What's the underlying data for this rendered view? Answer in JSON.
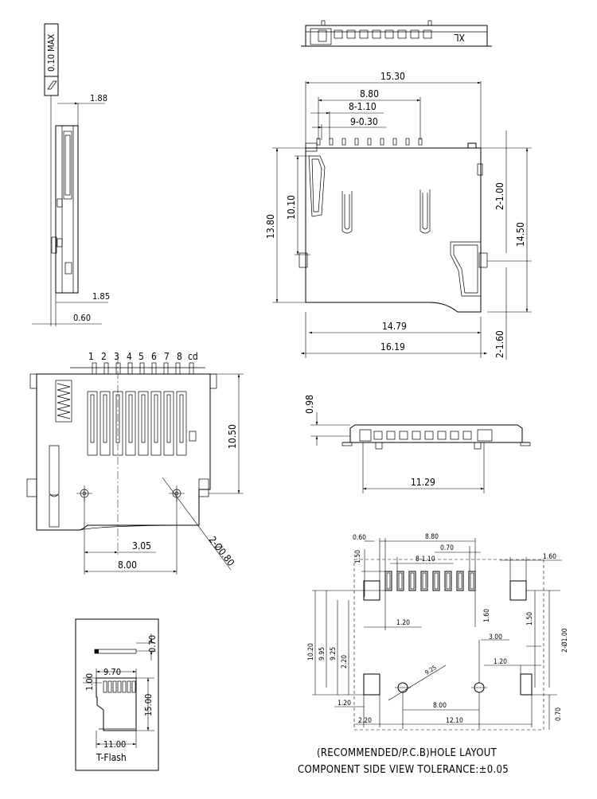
{
  "side_view": {
    "flatness": "0.10 MAX",
    "dims": [
      "1.88",
      "1.85",
      "0.60"
    ]
  },
  "front_view": {
    "label": "XL"
  },
  "top_view": {
    "dims": [
      "15.30",
      "8.80",
      "8-1.10",
      "9-0.30",
      "10.10",
      "13.80",
      "2-1.00",
      "14.50",
      "14.79",
      "2-1.60",
      "16.19"
    ]
  },
  "pin_view": {
    "pins": [
      "1",
      "2",
      "3",
      "4",
      "5",
      "6",
      "7",
      "8",
      "cd"
    ],
    "dims": [
      "10.50",
      "3.05",
      "8.00",
      "2-Ø0.80"
    ]
  },
  "bottom_front_view": {
    "dims": [
      "0.98",
      "11.29"
    ]
  },
  "card_view": {
    "dims": [
      "0.70",
      "9.70",
      "1.00",
      "15.00",
      "11.00"
    ],
    "caption": "T-Flash"
  },
  "hole_layout": {
    "dims_top": [
      "0.60",
      "8.80",
      "0.70",
      "8-1.10",
      "1.60"
    ],
    "dims_left": [
      "1.50",
      "10.20",
      "9.95",
      "9.25",
      "2.20"
    ],
    "dims_inner": [
      "1.20",
      "1.60",
      "1.50",
      "3.00",
      "1.20",
      "9.25",
      "2-Ø1.00",
      "8.00",
      "0.70",
      "1.20",
      "2.20",
      "12.10"
    ],
    "caption_line1": "(RECOMMENDED/P.C.B)HOLE LAYOUT",
    "caption_line2": "COMPONENT SIDE VIEW TOLERANCE:±0.05"
  }
}
